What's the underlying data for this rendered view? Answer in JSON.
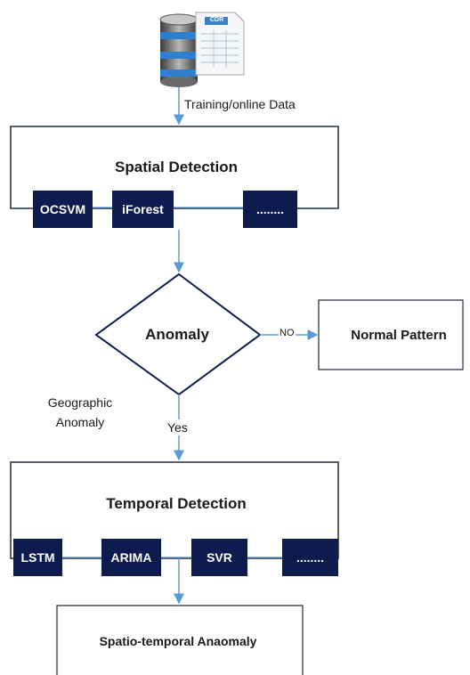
{
  "data_source": {
    "icon": "database-with-spreadsheet-icon",
    "doc_tag": "CDR",
    "edge_label": "Training/online Data"
  },
  "spatial": {
    "title": "Spatial Detection",
    "methods": [
      "OCSVM",
      "iForest",
      "........"
    ]
  },
  "decision": {
    "label": "Anomaly",
    "no_label": "NO",
    "yes_label": "Yes",
    "side_note": [
      "Geographic",
      "Anomaly"
    ]
  },
  "normal": {
    "label": "Normal Pattern"
  },
  "temporal": {
    "title": "Temporal Detection",
    "methods": [
      "LSTM",
      "ARIMA",
      "SVR",
      "........"
    ]
  },
  "result": {
    "label": "Spatio-temporal Anaomaly"
  },
  "colors": {
    "box_fill": "#0d1b4f",
    "arrow": "#5b9bd5",
    "border": "#1f2a3c"
  }
}
